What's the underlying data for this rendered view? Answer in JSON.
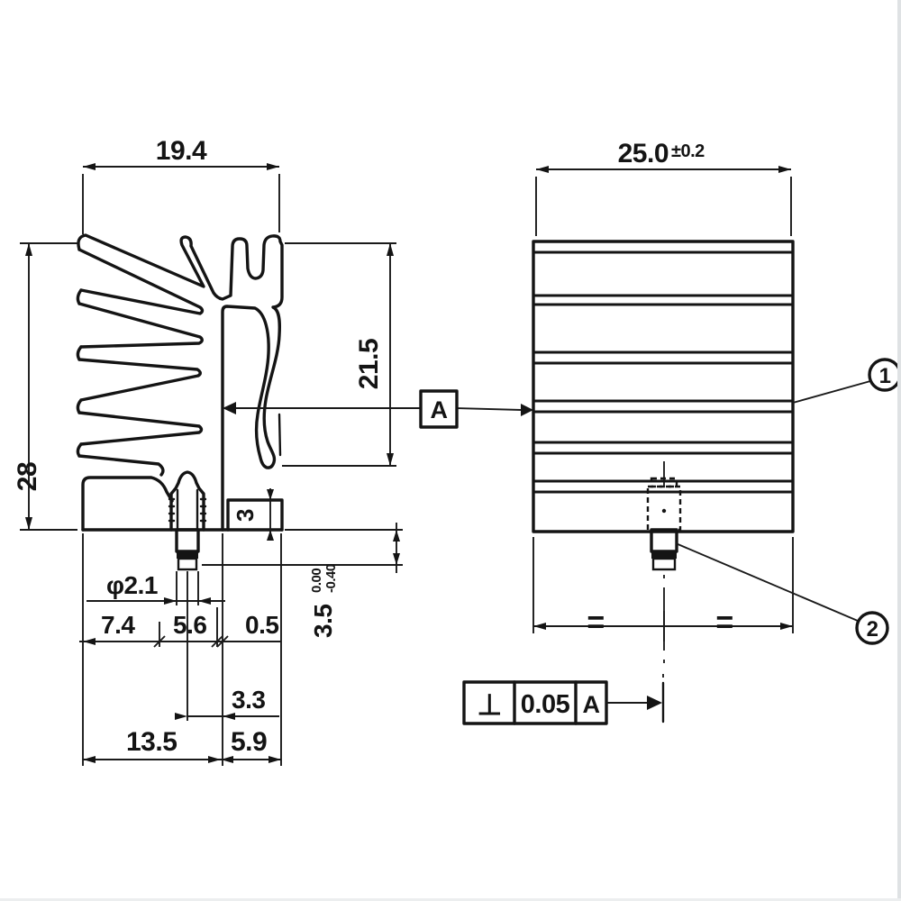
{
  "drawing": {
    "front_view": {
      "dim_overall_width": "19.4",
      "dim_overall_height": "28",
      "dim_fin_zone_height": "21.5",
      "dim_step_height": "3",
      "dim_pin_diameter": "φ2.1",
      "dim_left_to_pin": "7.4",
      "dim_pin_zone": "5.6",
      "dim_gap": "0.5",
      "dim_pin_offset": "3.3",
      "dim_base_width": "13.5",
      "dim_clip_width": "5.9",
      "dim_pin_length": "3.5",
      "pin_length_tol_upper": "0.00",
      "pin_length_tol_lower": "-0.40",
      "datum_label": "A"
    },
    "side_view": {
      "dim_width_value": "25.0",
      "dim_width_tolerance": "±0.2",
      "equal_spacing_left": "=",
      "equal_spacing_right": "=",
      "balloon_1": "1",
      "balloon_2": "2"
    },
    "tolerance_frame": {
      "symbol": "⊥",
      "value": "0.05",
      "datum": "A"
    },
    "colors": {
      "line": "#141414",
      "background": "#ffffff"
    }
  }
}
